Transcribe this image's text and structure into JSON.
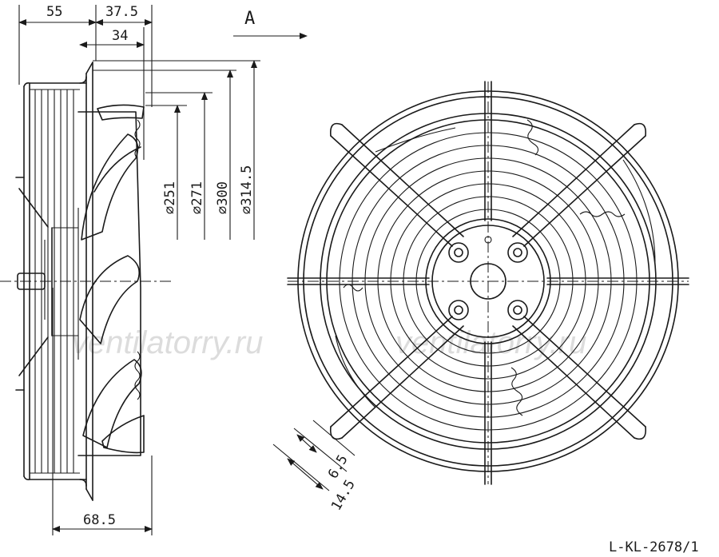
{
  "view_label": "A",
  "dimensions": {
    "d55": "55",
    "d37_5": "37.5",
    "d34": "34",
    "d68_5": "68.5",
    "dia251": "∅251",
    "dia271": "∅271",
    "dia300": "∅300",
    "dia314_5": "∅314.5",
    "d6_5": "6.5",
    "d14_5": "14.5"
  },
  "watermark_left": "ventilatorry.ru",
  "watermark_right": "ventilatorry.ru",
  "drawing_code": "L-KL-2678/1"
}
